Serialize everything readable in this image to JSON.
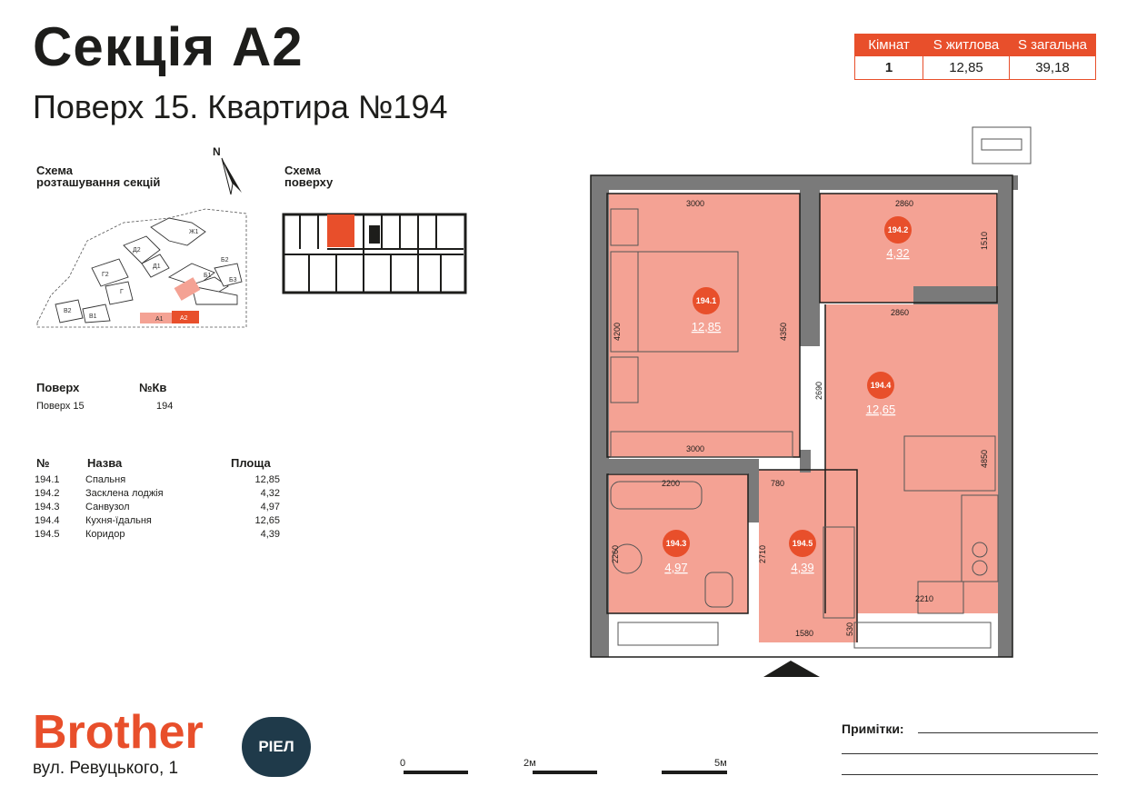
{
  "header": {
    "section": "Секція А2",
    "floor_apartment": "Поверх 15. Квартира №194"
  },
  "summary": {
    "headers": [
      "Кімнат",
      "S житлова",
      "S загальна"
    ],
    "values": [
      "1",
      "12,85",
      "39,18"
    ]
  },
  "schemes": {
    "sections_title": "Схема\nрозташування секцій",
    "floor_title": "Схема\nповерху",
    "north": "N",
    "section_labels": [
      "Ж1",
      "Д2",
      "Д1",
      "Г2",
      "Г",
      "Б2",
      "Б1",
      "Б3",
      "В2",
      "В1",
      "А1",
      "А2"
    ]
  },
  "floor_info": {
    "floor_header": "Поверх",
    "apt_header": "№Кв",
    "floor_value": "Поверх 15",
    "apt_value": "194"
  },
  "rooms_table": {
    "headers": [
      "№",
      "Назва",
      "Площа"
    ],
    "rows": [
      {
        "num": "194.1",
        "name": "Спальня",
        "area": "12,85"
      },
      {
        "num": "194.2",
        "name": "Засклена лоджія",
        "area": "4,32"
      },
      {
        "num": "194.3",
        "name": "Санвузол",
        "area": "4,97"
      },
      {
        "num": "194.4",
        "name": "Кухня-їдальня",
        "area": "12,65"
      },
      {
        "num": "194.5",
        "name": "Коридор",
        "area": "4,39"
      }
    ]
  },
  "plan": {
    "badges": [
      {
        "id": "194.1",
        "area": "12,85"
      },
      {
        "id": "194.2",
        "area": "4,32"
      },
      {
        "id": "194.3",
        "area": "4,97"
      },
      {
        "id": "194.4",
        "area": "12,65"
      },
      {
        "id": "194.5",
        "area": "4,39"
      }
    ],
    "dimensions": [
      "3000",
      "2860",
      "1510",
      "4200",
      "4350",
      "2860",
      "2690",
      "3000",
      "2200",
      "780",
      "4850",
      "2260",
      "2710",
      "2210",
      "1580",
      "530"
    ],
    "colors": {
      "room_fill": "#f4a294",
      "badge": "#e84f2b",
      "wall": "#7a7a7a"
    }
  },
  "brand": {
    "name": "Brother",
    "badge": "РІЕЛ",
    "address": "вул. Ревуцького, 1",
    "color": "#e84f2b",
    "badge_color": "#1f3a4a"
  },
  "scale": {
    "labels": [
      "0",
      "2м",
      "5м"
    ]
  },
  "notes": {
    "label": "Примітки:"
  }
}
